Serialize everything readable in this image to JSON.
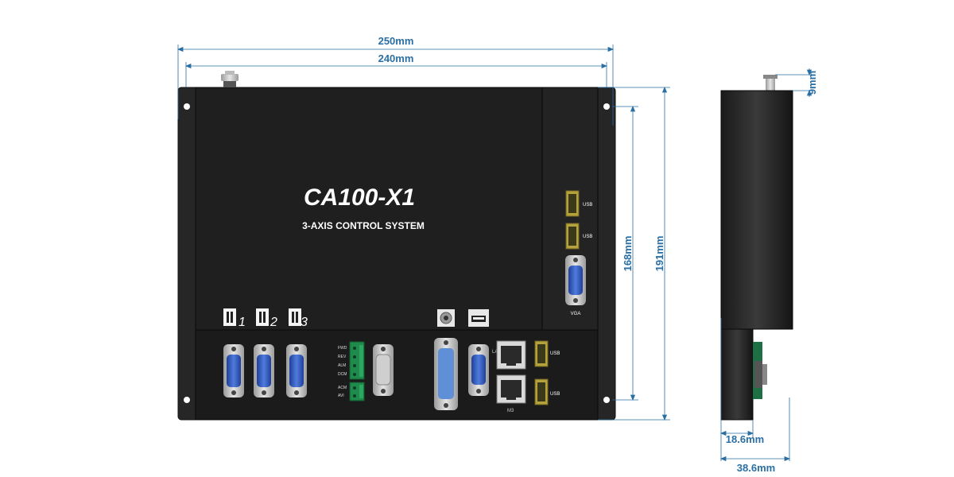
{
  "product": {
    "model": "CA100-X1",
    "subtitle": "3-AXIS CONTROL SYSTEM"
  },
  "dimensions": {
    "overall_width": "250mm",
    "body_width": "240mm",
    "overall_height": "191mm",
    "body_height": "168mm",
    "connector_height": "9mm",
    "depth_base": "18.6mm",
    "depth_total": "38.6mm"
  },
  "ports": {
    "usb_label": "USB",
    "vga_label": "VGA",
    "lan_label": "LAN",
    "m3_label": "M3",
    "switch_1": "1",
    "switch_2": "2",
    "switch_3": "3",
    "terminal_labels": [
      "FWD",
      "REV",
      "ALM",
      "DCM",
      "ACM",
      "AVI"
    ]
  },
  "colors": {
    "dimension_blue": "#2a6fa3",
    "chassis": "#222222",
    "front_panel": "#1b1b1b",
    "db_connector": "#2a4fb4",
    "usb_yellow": "#b5a23a",
    "terminal_green": "#1f8a4c"
  }
}
